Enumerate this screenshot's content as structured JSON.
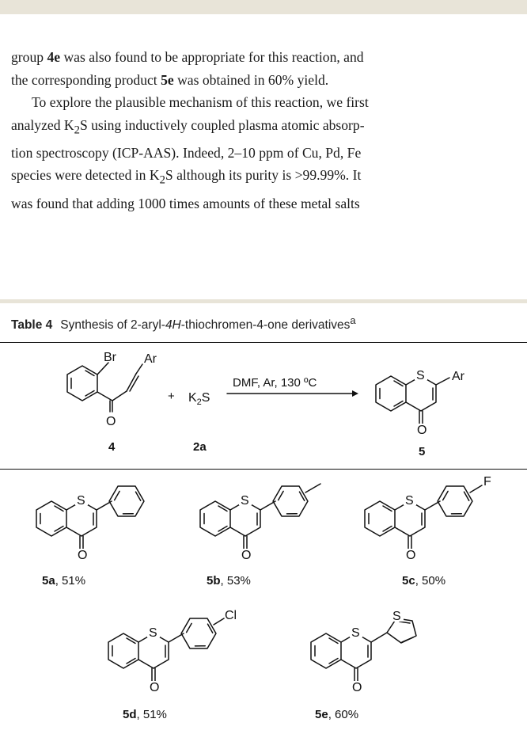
{
  "paragraph1": {
    "line1_a": "group ",
    "line1_cmp": "4e",
    "line1_b": " was also found to be appropriate for this reaction, and",
    "line2_a": "the corresponding product ",
    "line2_cmp": "5e",
    "line2_b": " was obtained in 60% yield."
  },
  "paragraph2": {
    "line1": "To explore the plausible mechanism of this reaction, we first",
    "line2_a": "analyzed K",
    "line2_sub": "2",
    "line2_b": "S using inductively coupled plasma atomic absorp-",
    "line3": "tion spectroscopy (ICP-AAS). Indeed, 2–10 ppm of Cu, Pd, Fe",
    "line4_a": "species were detected in K",
    "line4_sub": "2",
    "line4_b": "S although its purity is >99.99%. It",
    "line5": "was found that adding 1000 times amounts of these metal salts"
  },
  "table": {
    "label": "Table 4",
    "caption_a": "Synthesis of 2-aryl-",
    "caption_italic": "4H",
    "caption_b": "-thiochromen-4-one derivatives",
    "caption_sup": "a"
  },
  "scheme": {
    "conditions": "DMF, Ar, 130 ºC",
    "plus": "+",
    "reagent_K": "K",
    "reagent_sub": "2",
    "reagent_S": "S",
    "sm_label": "4",
    "reagent_label": "2a",
    "product_label": "5",
    "atoms": {
      "Br": "Br",
      "Ar": "Ar",
      "O": "O",
      "S": "S",
      "F": "F",
      "Cl": "Cl"
    }
  },
  "products": [
    {
      "id": "5a",
      "yield": ", 51%"
    },
    {
      "id": "5b",
      "yield": ", 53%"
    },
    {
      "id": "5c",
      "yield": ", 50%"
    },
    {
      "id": "5d",
      "yield": ", 51%"
    },
    {
      "id": "5e",
      "yield": ", 60%"
    }
  ]
}
